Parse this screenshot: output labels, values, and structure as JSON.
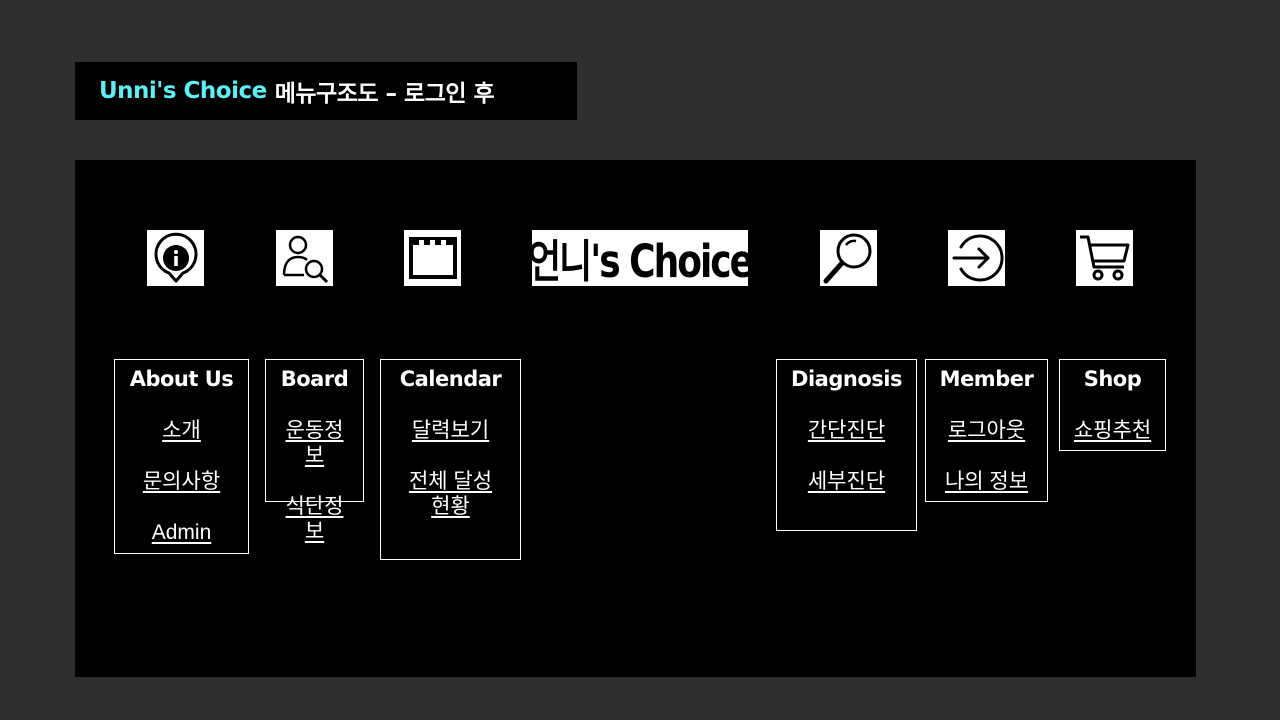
{
  "title": {
    "brand": "Unni's Choice",
    "rest": "메뉴구조도 – 로그인 후"
  },
  "logo": {
    "text": "언니's Choice"
  },
  "icons": [
    {
      "name": "info-pin-icon"
    },
    {
      "name": "user-search-icon"
    },
    {
      "name": "calendar-icon"
    },
    {
      "name": "magnifier-icon"
    },
    {
      "name": "logout-arrow-icon"
    },
    {
      "name": "cart-icon"
    }
  ],
  "menus": {
    "about": {
      "title": "About Us",
      "items": [
        "소개",
        "문의사항",
        "Admin"
      ]
    },
    "board": {
      "title": "Board",
      "items": [
        "운동정보",
        "식단정보"
      ]
    },
    "calendar": {
      "title": "Calendar",
      "items": [
        "달력보기",
        "전체 달성현황"
      ]
    },
    "diagnosis": {
      "title": "Diagnosis",
      "items": [
        "간단진단",
        "세부진단"
      ]
    },
    "member": {
      "title": "Member",
      "items": [
        "로그아웃",
        "나의 정보"
      ]
    },
    "shop": {
      "title": "Shop",
      "items": [
        "쇼핑추천"
      ]
    }
  },
  "colors": {
    "background": "#2e2e2e",
    "panel": "#000000",
    "brand_accent": "#5ef0f5",
    "text": "#ffffff"
  }
}
